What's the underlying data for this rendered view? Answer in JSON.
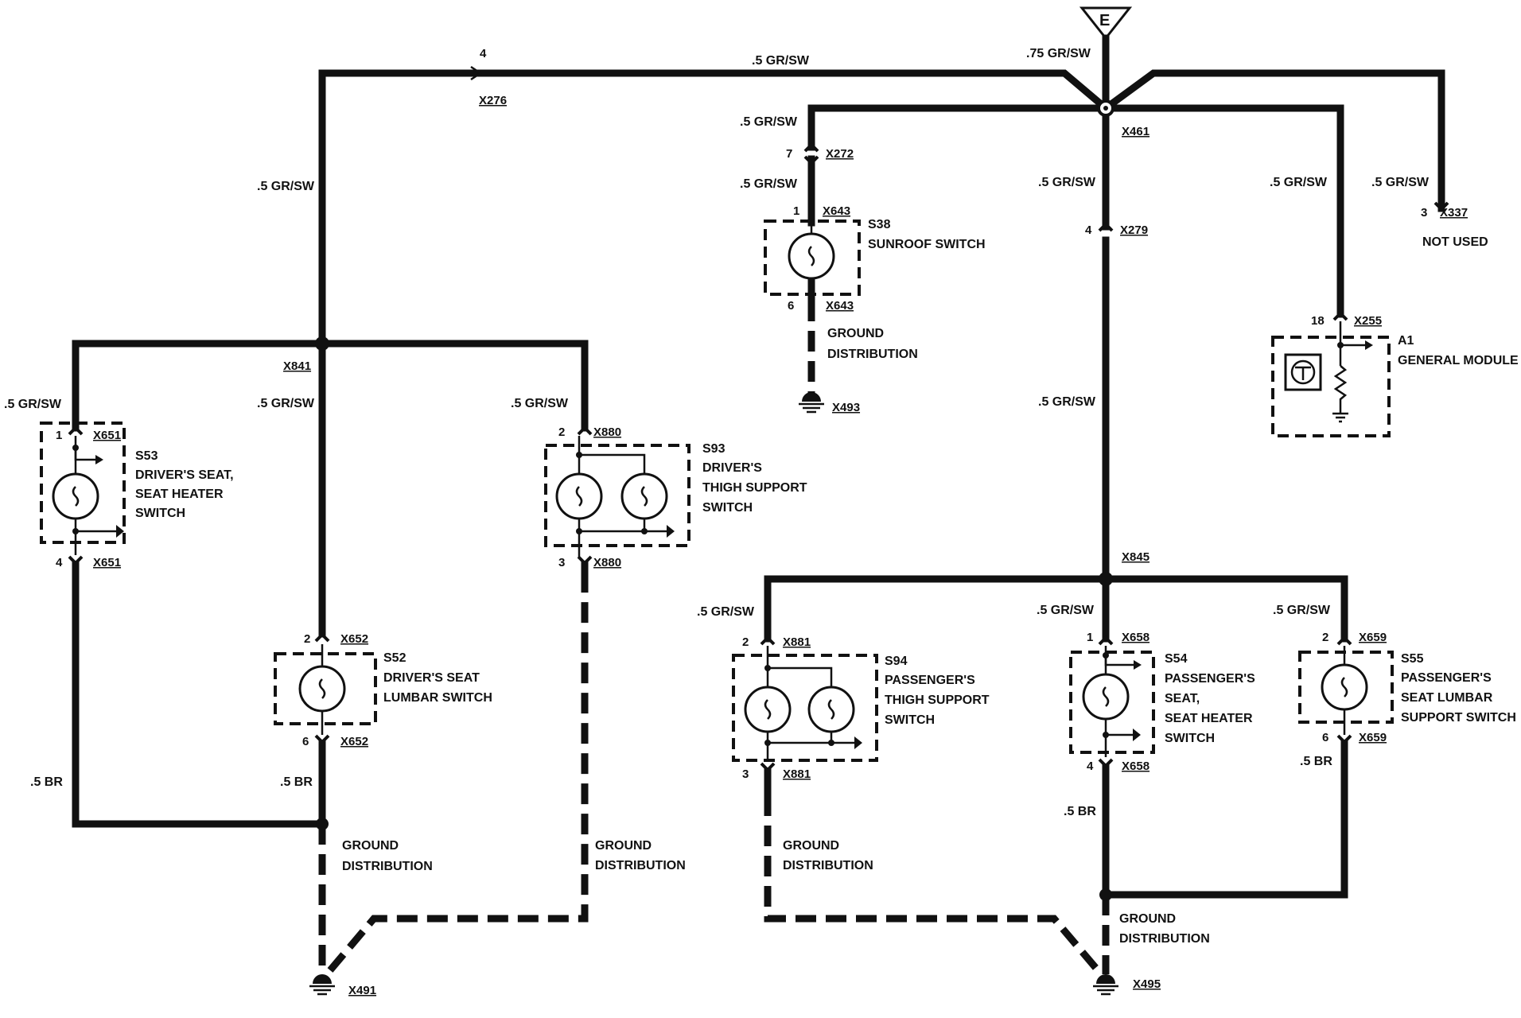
{
  "power_source": {
    "label": "E"
  },
  "wires": {
    "main_feed": ".75 GR/SW",
    "gr_sw": ".5 GR/SW",
    "br": ".5 BR"
  },
  "splices": {
    "x276": "X276",
    "x461": "X461",
    "x841": "X841",
    "x845": "X845"
  },
  "pins": {
    "x276_pin": "4",
    "x272_pin": "7",
    "x643_in": "1",
    "x643_out": "6",
    "x279_pin": "4",
    "x337_pin": "3",
    "x255_pin": "18",
    "x651_in": "1",
    "x651_out": "4",
    "x652_in": "2",
    "x652_out": "6",
    "x880_in": "2",
    "x880_out": "3",
    "x881_in": "2",
    "x881_out": "3",
    "x658_in": "1",
    "x658_out": "4",
    "x659_in": "2",
    "x659_out": "6"
  },
  "connectors": {
    "x272": "X272",
    "x643": "X643",
    "x279": "X279",
    "x337": "X337",
    "x255": "X255",
    "x651": "X651",
    "x652": "X652",
    "x880": "X880",
    "x881": "X881",
    "x658": "X658",
    "x659": "X659"
  },
  "components": {
    "s38": {
      "id": "S38",
      "name": "SUNROOF SWITCH"
    },
    "a1": {
      "id": "A1",
      "name": "GENERAL MODULE"
    },
    "s53": {
      "id": "S53",
      "line1": "DRIVER'S SEAT,",
      "line2": "SEAT HEATER",
      "line3": "SWITCH"
    },
    "s52": {
      "id": "S52",
      "line1": "DRIVER'S SEAT",
      "line2": "LUMBAR SWITCH"
    },
    "s93": {
      "id": "S93",
      "line1": "DRIVER'S",
      "line2": "THIGH SUPPORT",
      "line3": "SWITCH"
    },
    "s94": {
      "id": "S94",
      "line1": "PASSENGER'S",
      "line2": "THIGH SUPPORT",
      "line3": "SWITCH"
    },
    "s54": {
      "id": "S54",
      "line1": "PASSENGER'S",
      "line2": "SEAT,",
      "line3": "SEAT HEATER",
      "line4": "SWITCH"
    },
    "s55": {
      "id": "S55",
      "line1": "PASSENGER'S",
      "line2": "SEAT LUMBAR",
      "line3": "SUPPORT SWITCH"
    }
  },
  "not_used": "NOT USED",
  "ground": {
    "line1": "GROUND",
    "line2": "DISTRIBUTION",
    "x493": "X493",
    "x491": "X491",
    "x495": "X495"
  }
}
